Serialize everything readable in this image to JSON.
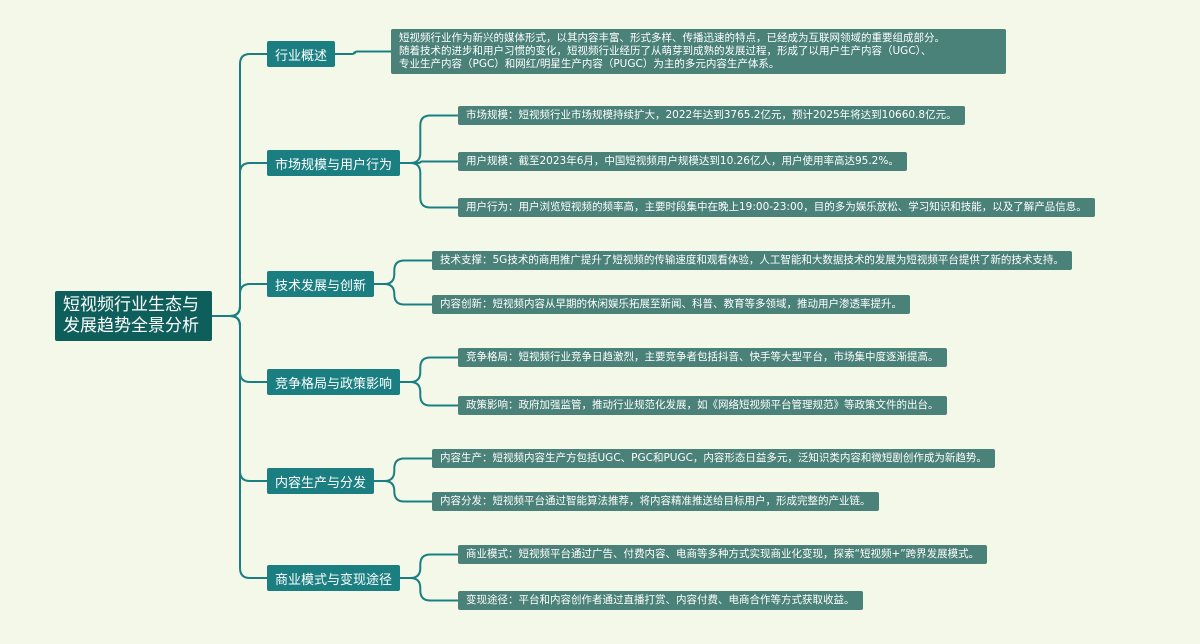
{
  "root": {
    "title": "短视频行业生态与\n发展趋势全景分析"
  },
  "branches": [
    {
      "label": "行业概述",
      "leaves": [
        {
          "lines": [
            "短视频行业作为新兴的媒体形式，以其内容丰富、形式多样、传播迅速的特点，已经成为互联网领域的重要组成部分。",
            "随着技术的进步和用户习惯的变化，短视频行业经历了从萌芽到成熟的发展过程，形成了以用户生产内容（UGC）、",
            "专业生产内容（PGC）和网红/明星生产内容（PUGC）为主的多元内容生产体系。"
          ]
        }
      ]
    },
    {
      "label": "市场规模与用户行为",
      "leaves": [
        {
          "text": "市场规模：短视频行业市场规模持续扩大，2022年达到3765.2亿元，预计2025年将达到10660.8亿元。"
        },
        {
          "text": "用户规模：截至2023年6月，中国短视频用户规模达到10.26亿人，用户使用率高达95.2%。"
        },
        {
          "text": "用户行为：用户浏览短视频的频率高，主要时段集中在晚上19:00-23:00，目的多为娱乐放松、学习知识和技能，以及了解产品信息。"
        }
      ]
    },
    {
      "label": "技术发展与创新",
      "leaves": [
        {
          "text": "技术支撑：5G技术的商用推广提升了短视频的传输速度和观看体验，人工智能和大数据技术的发展为短视频平台提供了新的技术支持。"
        },
        {
          "text": "内容创新：短视频内容从早期的休闲娱乐拓展至新闻、科普、教育等多领域，推动用户渗透率提升。"
        }
      ]
    },
    {
      "label": "竞争格局与政策影响",
      "leaves": [
        {
          "text": "竞争格局：短视频行业竞争日趋激烈，主要竞争者包括抖音、快手等大型平台，市场集中度逐渐提高。"
        },
        {
          "text": "政策影响：政府加强监管，推动行业规范化发展，如《网络短视频平台管理规范》等政策文件的出台。"
        }
      ]
    },
    {
      "label": "内容生产与分发",
      "leaves": [
        {
          "text": "内容生产：短视频内容生产方包括UGC、PGC和PUGC，内容形态日益多元，泛知识类内容和微短剧创作成为新趋势。"
        },
        {
          "text": "内容分发：短视频平台通过智能算法推荐，将内容精准推送给目标用户，形成完整的产业链。"
        }
      ]
    },
    {
      "label": "商业模式与变现途径",
      "leaves": [
        {
          "text": "商业模式：短视频平台通过广告、付费内容、电商等多种方式实现商业化变现，探索“短视频+”跨界发展模式。"
        },
        {
          "text": "变现途径：平台和内容创作者通过直播打赏、内容付费、电商合作等方式获取收益。"
        }
      ]
    }
  ],
  "colors": {
    "background": "#f4f8e9",
    "root": "#0e5f5c",
    "branch": "#1b7f82",
    "leaf": "#4a8178",
    "line": "#1b7f82"
  }
}
